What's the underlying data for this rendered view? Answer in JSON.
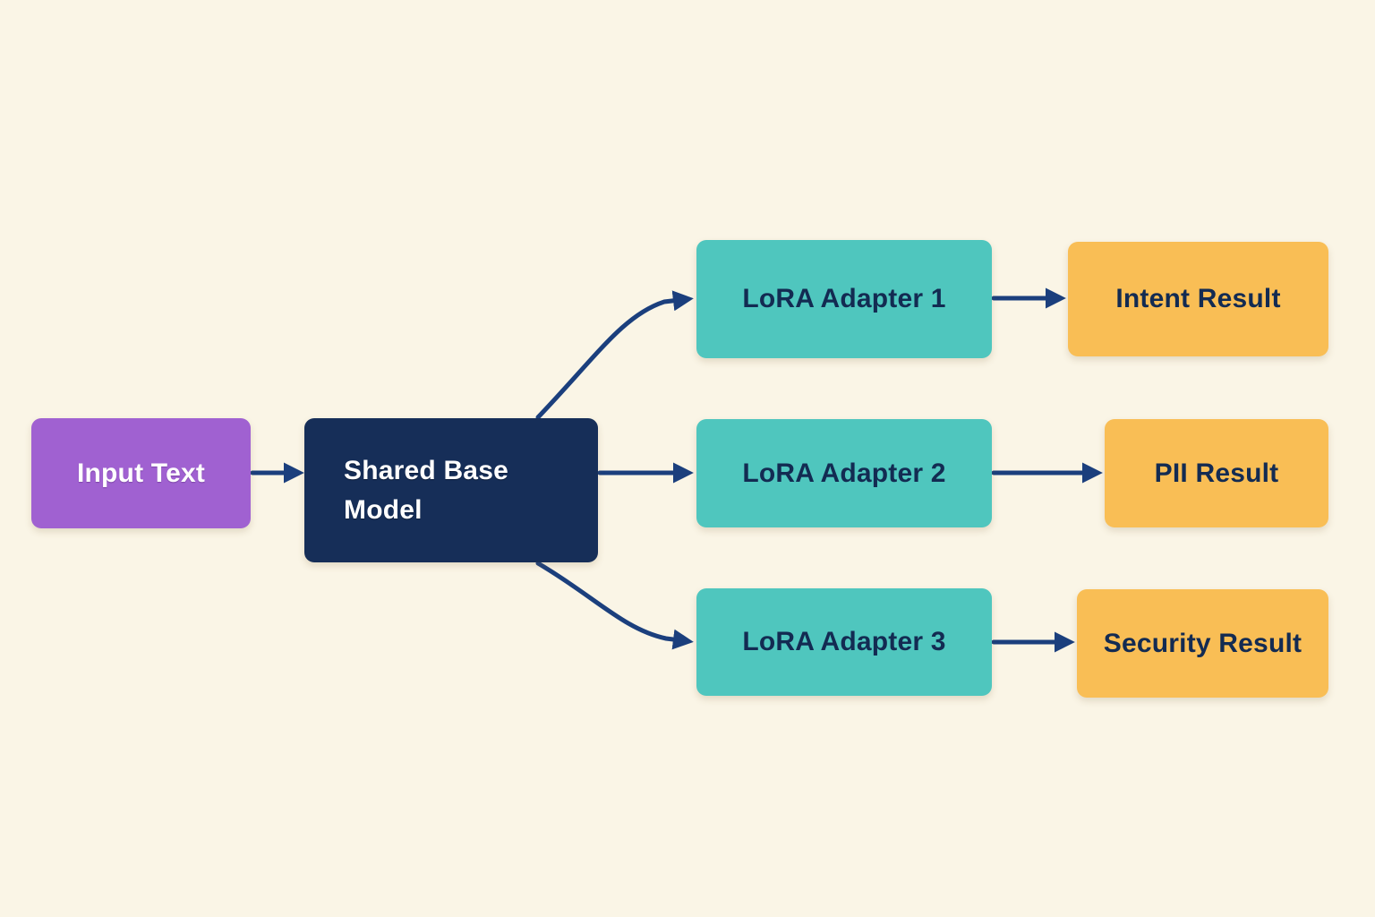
{
  "colors": {
    "background": "#FAF5E6",
    "purple": "#A061D1",
    "navy": "#162E58",
    "teal": "#4FC6BE",
    "yellow": "#F9BE55",
    "arrow": "#1B3F7D",
    "dark_text": "#132B52",
    "light_text": "#FFFFFF"
  },
  "nodes": {
    "input": {
      "label": "Input Text"
    },
    "base": {
      "label": "Shared Base Model"
    },
    "adapter1": {
      "label": "LoRA Adapter 1"
    },
    "adapter2": {
      "label": "LoRA Adapter 2"
    },
    "adapter3": {
      "label": "LoRA Adapter 3"
    },
    "intent": {
      "label": "Intent Result"
    },
    "pii": {
      "label": "PII Result"
    },
    "security": {
      "label": "Security Result"
    }
  },
  "edges": [
    {
      "from": "Input Text",
      "to": "Shared Base Model"
    },
    {
      "from": "Shared Base Model",
      "to": "LoRA Adapter 1"
    },
    {
      "from": "Shared Base Model",
      "to": "LoRA Adapter 2"
    },
    {
      "from": "Shared Base Model",
      "to": "LoRA Adapter 3"
    },
    {
      "from": "LoRA Adapter 1",
      "to": "Intent Result"
    },
    {
      "from": "LoRA Adapter 2",
      "to": "PII Result"
    },
    {
      "from": "LoRA Adapter 3",
      "to": "Security Result"
    }
  ]
}
